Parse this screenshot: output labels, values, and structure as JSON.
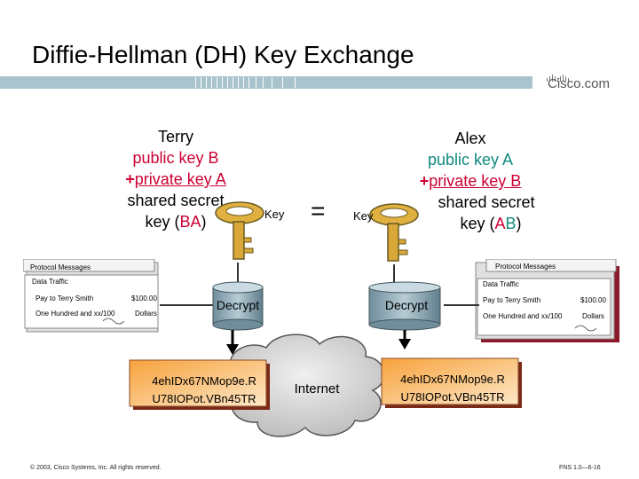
{
  "slide": {
    "title": "Diffie-Hellman (DH) Key Exchange",
    "logo": "Cisco.com",
    "footer_left": "© 2003, Cisco Systems, Inc. All rights reserved.",
    "footer_right": "FNS 1.0—6-16"
  },
  "terry": {
    "name": "Terry",
    "public_key": "public key B",
    "plus": "+",
    "private_key": "private key A",
    "shared": "shared secret",
    "key_prefix": "key (",
    "key_b": "B",
    "key_a": "A",
    "key_suffix": ")"
  },
  "alex": {
    "name": "Alex",
    "public_key": "public key A",
    "plus": "+",
    "private_key": "private key B",
    "shared": "shared secret",
    "key_prefix": "key (",
    "key_a": "A",
    "key_b": "B",
    "key_suffix": ")"
  },
  "key_label": "Key",
  "equals": "=",
  "protocol_messages": "Protocol Messages",
  "data_traffic": "Data Traffic",
  "document": {
    "payee": "Pay to Terry Smith",
    "amount": "$100.00",
    "words": "One Hundred and xx/100",
    "unit": "Dollars"
  },
  "decrypt": "Decrypt",
  "ciphertext": {
    "line1": "4ehIDx67NMop9e.R",
    "line2": "U78IOPot.VBn45TR"
  },
  "internet": "Internet",
  "colors": {
    "red": "#cc0033",
    "teal": "#0f8a7e",
    "cipher_fill": "#f5a040",
    "key_gold": "#e0b040"
  }
}
